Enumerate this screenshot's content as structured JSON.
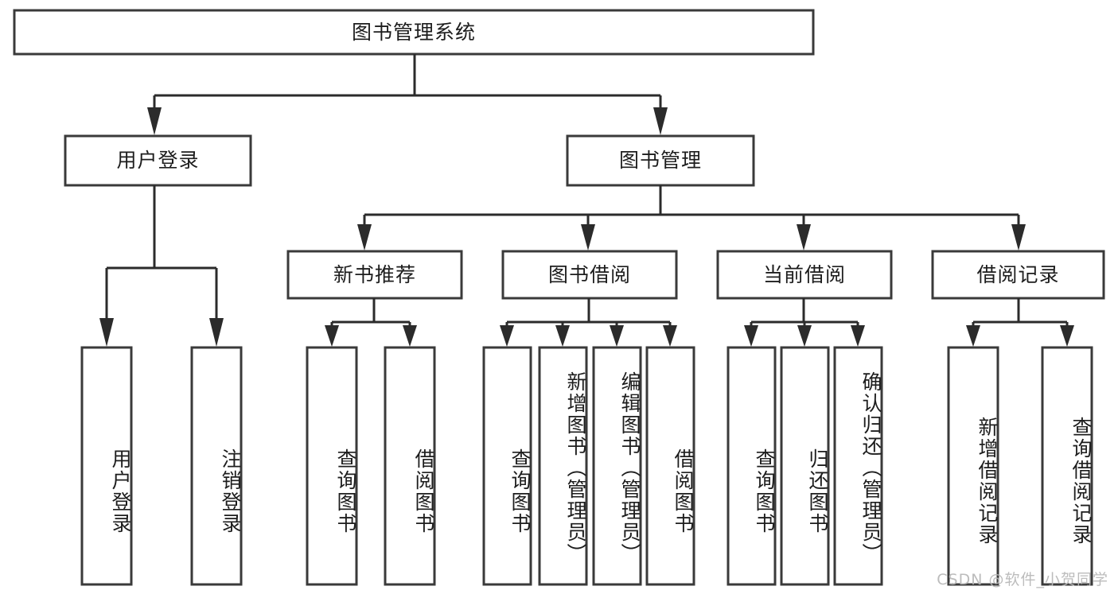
{
  "diagram": {
    "type": "tree-hierarchy-chart",
    "title": "图书管理系统",
    "watermark": "CSDN @软件_小贺同学",
    "colors": {
      "box_stroke": "#3a3a3a",
      "line": "#2b2b2b",
      "box_fill": "#ffffff",
      "text": "#1d1d1d",
      "watermark": "#b9b9b9",
      "background": "#ffffff"
    },
    "root": {
      "label": "图书管理系统"
    },
    "level2": [
      {
        "label": "用户登录"
      },
      {
        "label": "图书管理"
      }
    ],
    "level3": [
      {
        "label": "新书推荐"
      },
      {
        "label": "图书借阅"
      },
      {
        "label": "当前借阅"
      },
      {
        "label": "借阅记录"
      }
    ],
    "leaves": {
      "user_login": [
        {
          "label": "用户登录"
        },
        {
          "label": "注销登录"
        }
      ],
      "new_book": [
        {
          "label": "查询图书"
        },
        {
          "label": "借阅图书"
        }
      ],
      "book_borrow": [
        {
          "label": "查询图书"
        },
        {
          "label": "新增图书（管理员）"
        },
        {
          "label": "编辑图书（管理员）"
        },
        {
          "label": "借阅图书"
        }
      ],
      "current_borrow": [
        {
          "label": "查询图书"
        },
        {
          "label": "归还图书"
        },
        {
          "label": "确认归还（管理员）"
        }
      ],
      "borrow_record": [
        {
          "label": "新增借阅记录"
        },
        {
          "label": "查询借阅记录"
        }
      ]
    }
  }
}
